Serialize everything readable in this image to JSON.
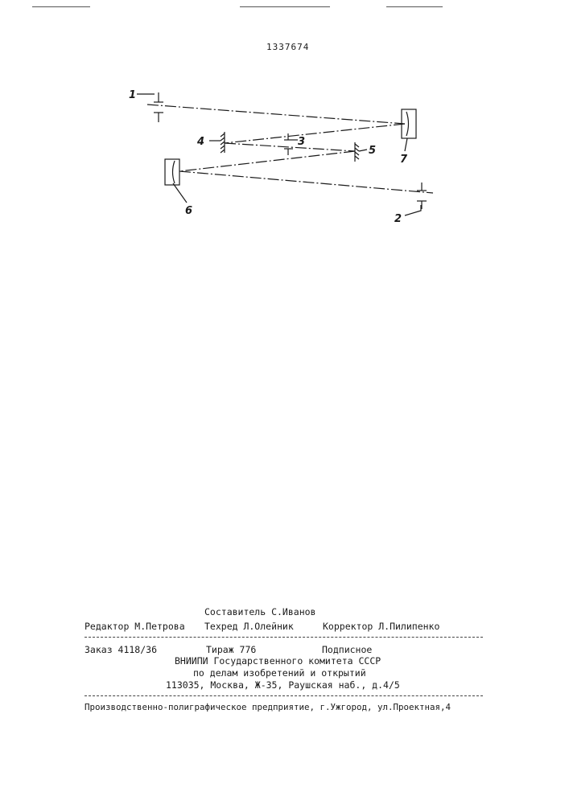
{
  "document": {
    "patent_number": "1337674"
  },
  "diagram": {
    "labels": {
      "l1": "1",
      "l2": "2",
      "l3": "3",
      "l4": "4",
      "l5": "5",
      "l6": "6",
      "l7": "7"
    }
  },
  "imprint": {
    "compiler": "Составитель С.Иванов",
    "editor": "Редактор М.Петрова",
    "techred": "Техред Л.Олейник",
    "corrector": "Корректор Л.Пилипенко",
    "order": "Заказ 4118/36",
    "circulation": "Тираж 776",
    "subscription": "Подписное",
    "org_line1": "ВНИИПИ Государственного комитета СССР",
    "org_line2": "по делам изобретений и открытий",
    "address": "113035, Москва, Ж-35, Раушская наб., д.4/5",
    "printer": "Производственно-полиграфическое предприятие, г.Ужгород, ул.Проектная,4"
  }
}
